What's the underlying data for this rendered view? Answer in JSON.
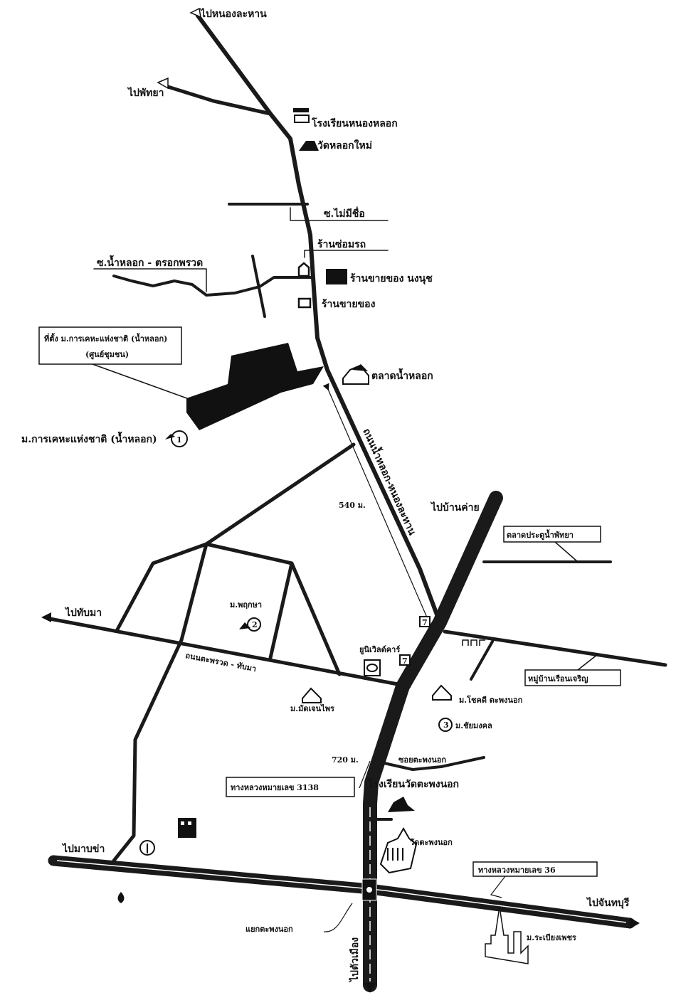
{
  "map": {
    "directions": {
      "north": "ไปหนองละหาน",
      "northwest": "ไปพัทยา",
      "west": "ไปทับมา",
      "northeast": "ไปบ้านค่าย",
      "southwest": "ไปมาบข่า",
      "east": "ไปจันทบุรี",
      "south": "ไปตัวเมือง"
    },
    "roads": {
      "soi_unnamed": "ซ.ไม่มีชื่อ",
      "soi_namlok": "ซ.น้ำหลอก - ตรอกพรวด",
      "namlok_road": "ถนนน้ำหลอก-หนองละหาน",
      "taprut_road": "ถนนตะพรวด - ทับมา",
      "soi_taphong": "ซอยตะพงนอก",
      "hwy_3138": "ทางหลวงหมายเลข 3138",
      "hwy_36": "ทางหลวงหมายเลข 36",
      "junction": "แยกตะพงนอก"
    },
    "distances": {
      "d1": "540 ม.",
      "d2": "720 ม."
    },
    "places": {
      "school_top": "โรงเรียนหนองหลอก",
      "temple_top": "วัดหลอกใหม่",
      "garage": "ร้านซ่อมรถ",
      "shop_nongnuch": "ร้านขายของ นงนุช",
      "shop": "ร้านขายของ",
      "market": "ตลาดน้ำหลอก",
      "village1": "ม.การเคหะแห่งชาติ (น้ำหลอก)",
      "village1_num": "1",
      "callout_line1": "ที่ตั้ง ม.การเคหะแห่งชาติ (น้ำหลอก)",
      "callout_line2": "(ศูนย์ชุมชน)",
      "village2": "ม.พฤกษา",
      "village2_num": "2",
      "village_madjen": "ม.มัดเจนไพร",
      "car_dealer": "ยูนิเวิลด์คาร์",
      "store_7_11_a": "7",
      "store_7_11_b": "7",
      "box_ne": "ตลาดประตูน้ำพัทยา",
      "box_e": "หมู่บ้านเรือนเจริญ",
      "village_chokdee": "ม.โชคดี ตะพงนอก",
      "village3": "ม.ชัยมงคล",
      "village3_num": "3",
      "school_wat": "โรงเรียนวัดตะพงนอก",
      "temple_wat": "วัดตะพงนอก",
      "village_rabiang": "ม.ระเบียงเพชร"
    }
  }
}
